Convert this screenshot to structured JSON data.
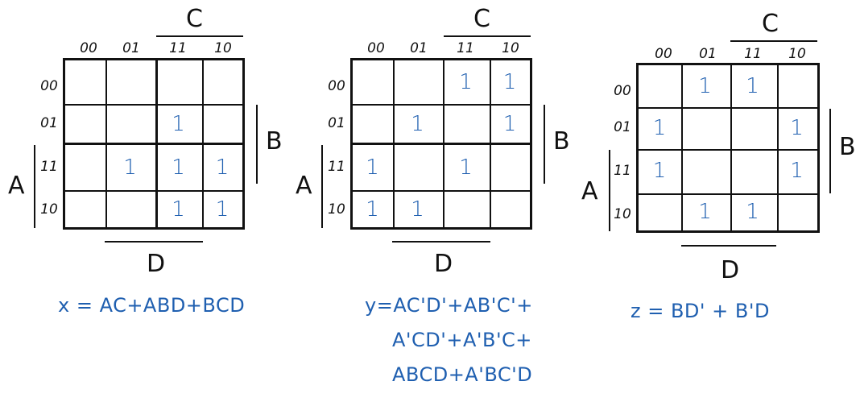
{
  "maps": [
    {
      "var_top": "C",
      "var_right": "B",
      "var_left": "A",
      "var_bottom": "D",
      "col_labels": [
        "00",
        "01",
        "11",
        "10"
      ],
      "row_labels": [
        "00",
        "01",
        "11",
        "10"
      ],
      "cells": [
        [
          "",
          "",
          "",
          ""
        ],
        [
          "",
          "",
          "1",
          ""
        ],
        [
          "",
          "1",
          "1",
          "1"
        ],
        [
          "",
          "",
          "1",
          "1"
        ]
      ],
      "expression": [
        "x = AC+ABD+BCD"
      ]
    },
    {
      "var_top": "C",
      "var_right": "B",
      "var_left": "A",
      "var_bottom": "D",
      "col_labels": [
        "00",
        "01",
        "11",
        "10"
      ],
      "row_labels": [
        "00",
        "01",
        "11",
        "10"
      ],
      "cells": [
        [
          "",
          "",
          "1",
          "1"
        ],
        [
          "",
          "1",
          "",
          "1"
        ],
        [
          "1",
          "",
          "1",
          ""
        ],
        [
          "1",
          "1",
          "",
          ""
        ]
      ],
      "expression": [
        "y=AC'D'+AB'C'+",
        "A'CD'+A'B'C+",
        "ABCD+A'BC'D"
      ]
    },
    {
      "var_top": "C",
      "var_right": "B",
      "var_left": "A",
      "var_bottom": "D",
      "col_labels": [
        "00",
        "01",
        "11",
        "10"
      ],
      "row_labels": [
        "00",
        "01",
        "11",
        "10"
      ],
      "cells": [
        [
          "",
          "1",
          "1",
          ""
        ],
        [
          "1",
          "",
          "",
          "1"
        ],
        [
          "1",
          "",
          "",
          "1"
        ],
        [
          "",
          "1",
          "1",
          ""
        ]
      ],
      "expression": [
        "z = BD' + B'D"
      ]
    }
  ]
}
